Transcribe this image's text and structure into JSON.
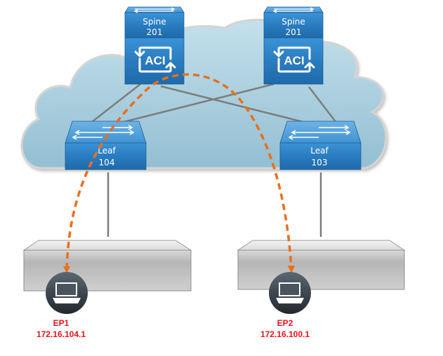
{
  "diagram": {
    "title": "",
    "colors": {
      "cloud_fill": "#a9d0e0",
      "switch_blue": "#2d80c5",
      "link_gray": "#808080",
      "path_orange": "#e8701c",
      "endpoint_label": "#e8141b",
      "endpoint_icon": "#3d464f"
    },
    "spines": [
      {
        "id": "spine-left",
        "label_line1": "Spine",
        "label_line2": "201",
        "logo_text": "ACI"
      },
      {
        "id": "spine-right",
        "label_line1": "Spine",
        "label_line2": "201",
        "logo_text": "ACI"
      }
    ],
    "leaves": [
      {
        "id": "leaf-104",
        "label_line1": "Leaf",
        "label_line2": "104"
      },
      {
        "id": "leaf-103",
        "label_line1": "Leaf",
        "label_line2": "103"
      }
    ],
    "hosts": [
      {
        "id": "host-left"
      },
      {
        "id": "host-right"
      }
    ],
    "endpoints": [
      {
        "id": "ep1",
        "name": "EP1",
        "ip": "172.16.104.1",
        "icon": "laptop-icon"
      },
      {
        "id": "ep2",
        "name": "EP2",
        "ip": "172.16.100.1",
        "icon": "laptop-icon"
      }
    ],
    "links": [
      {
        "from": "spine-left",
        "to": "leaf-104"
      },
      {
        "from": "spine-left",
        "to": "leaf-103"
      },
      {
        "from": "spine-right",
        "to": "leaf-104"
      },
      {
        "from": "spine-right",
        "to": "leaf-103"
      },
      {
        "from": "leaf-104",
        "to": "host-left"
      },
      {
        "from": "leaf-103",
        "to": "host-right"
      }
    ],
    "traffic_path": {
      "from": "EP1",
      "via": [
        "Leaf 104",
        "Spine 201",
        "Leaf 103"
      ],
      "to": "EP2",
      "style": "dashed-arrow"
    }
  }
}
